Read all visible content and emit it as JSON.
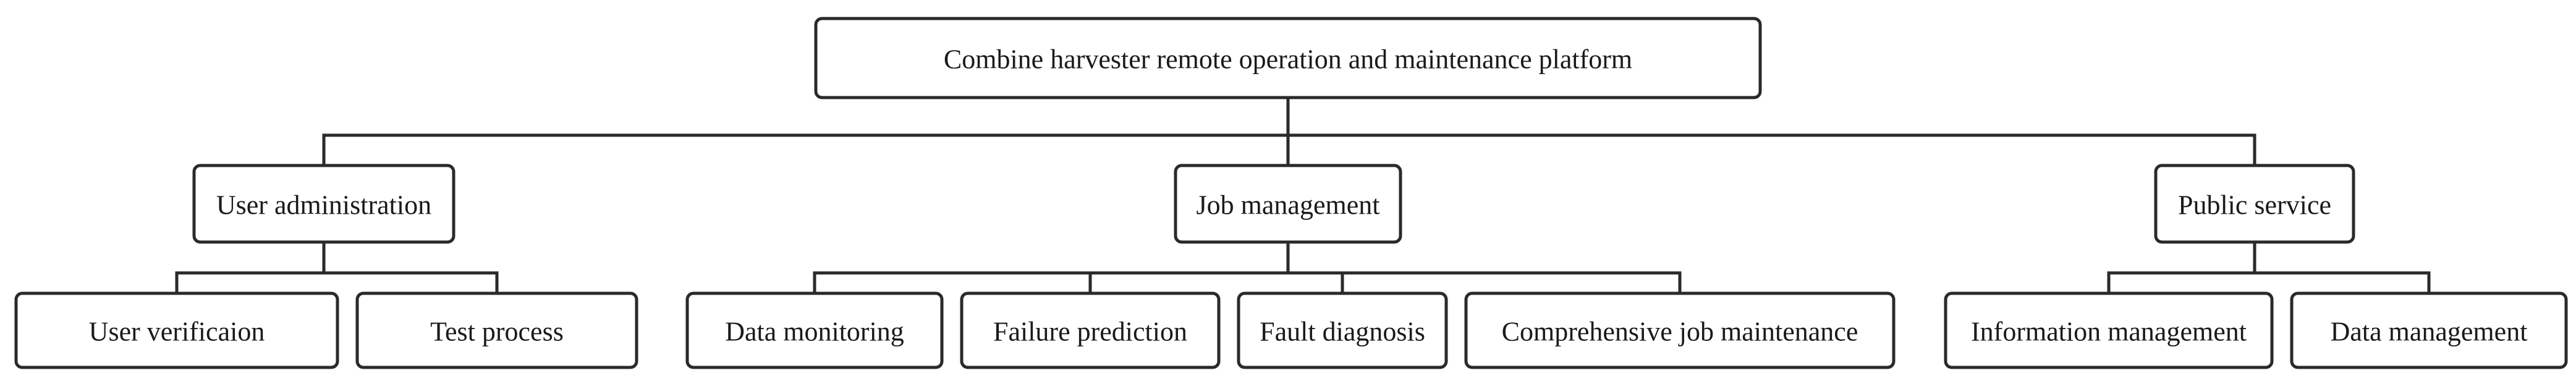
{
  "root": {
    "label": "Combine harvester remote operation and maintenance platform"
  },
  "branches": [
    {
      "label": "User administration",
      "children": [
        "User verificaion",
        "Test process"
      ]
    },
    {
      "label": "Job management",
      "children": [
        "Data monitoring",
        "Failure prediction",
        "Fault diagnosis",
        "Comprehensive job maintenance"
      ]
    },
    {
      "label": "Public service",
      "children": [
        "Information management",
        "Data management"
      ]
    }
  ]
}
